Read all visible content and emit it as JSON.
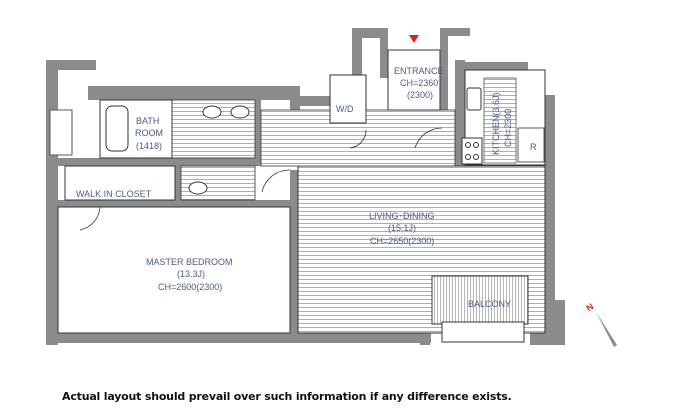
{
  "rooms": {
    "entrance": {
      "name": "ENTRANCE",
      "ch": "CH=2360",
      "ch2": "(2300)"
    },
    "kitchen": {
      "name": "KITCHEN(3.6J)",
      "ch": "CH=2300"
    },
    "refrigerator": {
      "label": "R"
    },
    "washer_dryer": {
      "label": "W/D"
    },
    "bathroom": {
      "line1": "BATH",
      "line2": "ROOM",
      "size": "(1418)"
    },
    "walk_in_closet": {
      "name": "WALK IN CLOSET"
    },
    "living_dining": {
      "name": "LIVING･DINING",
      "size": "(15.1J)",
      "ch": "CH=2650(2300)"
    },
    "master_bedroom": {
      "name": "MASTER BEDROOM",
      "size": "(13.3J)",
      "ch": "CH=2600(2300)"
    },
    "balcony": {
      "name": "BALCONY"
    }
  },
  "compass": {
    "label": "N"
  },
  "colors": {
    "wall": "#8b8b8e",
    "text": "#4d5a86",
    "accent": "#e02020"
  },
  "caption": "Actual layout should prevail over such information if any difference exists."
}
